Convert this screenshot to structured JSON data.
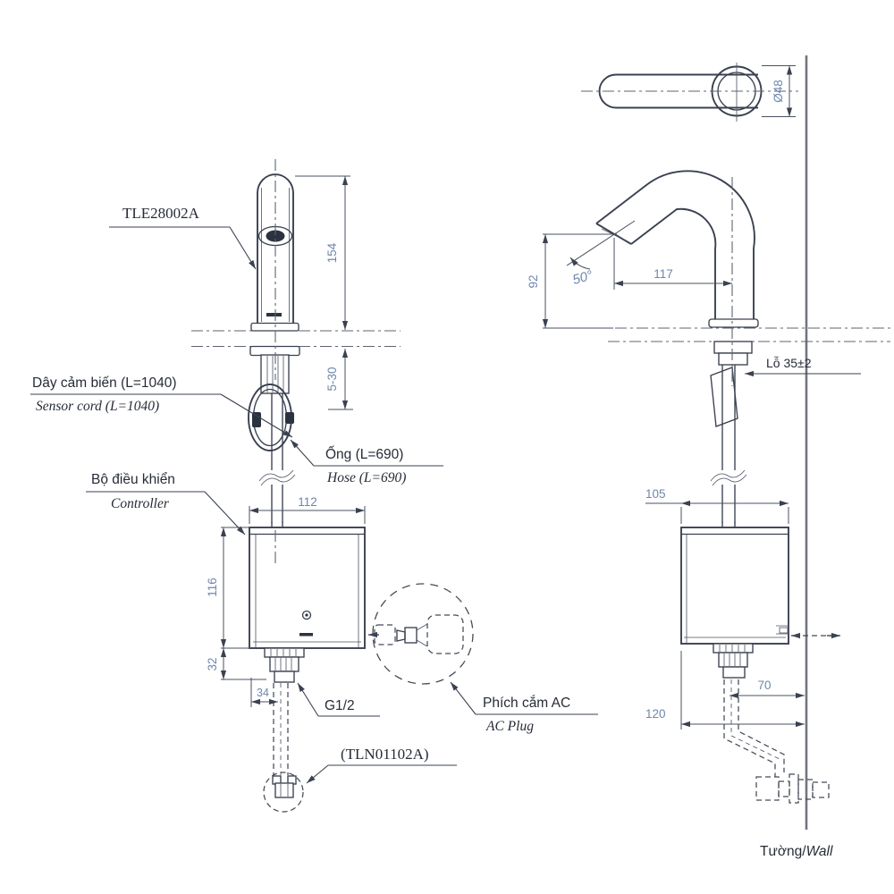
{
  "colors": {
    "line": "#3a4150",
    "dimension_text": "#6f86ad",
    "label_text": "#262b36",
    "wall_line": "#70757d"
  },
  "front": {
    "product_label": "TLE28002A",
    "sensor_cord_vi": "Dây cảm biến (L=1040)",
    "sensor_cord_en": "Sensor cord (L=1040)",
    "hose_vi": "Ống (L=690)",
    "hose_en": "Hose (L=690)",
    "controller_vi": "Bộ điều khiển",
    "controller_en": "Controller",
    "thread_label": "G1/2",
    "inlet_valve_label": "(TLN01102A)",
    "ac_plug_vi": "Phích cắm AC",
    "ac_plug_en": "AC Plug",
    "dims": {
      "spout_height": "154",
      "deck_range": "5-30",
      "controller_width": "112",
      "controller_height": "116",
      "fitting_height": "32",
      "fitting_width": "34"
    }
  },
  "side": {
    "hole_label": "Lỗ 35±2",
    "wall_vi": "Tường/",
    "wall_en": "Wall",
    "dims": {
      "spout_diameter": "Ø48",
      "tip_height": "92",
      "spout_angle": "50°",
      "spout_reach": "117",
      "controller_depth": "105",
      "valve_to_wall": "70",
      "controller_to_wall": "120"
    }
  }
}
